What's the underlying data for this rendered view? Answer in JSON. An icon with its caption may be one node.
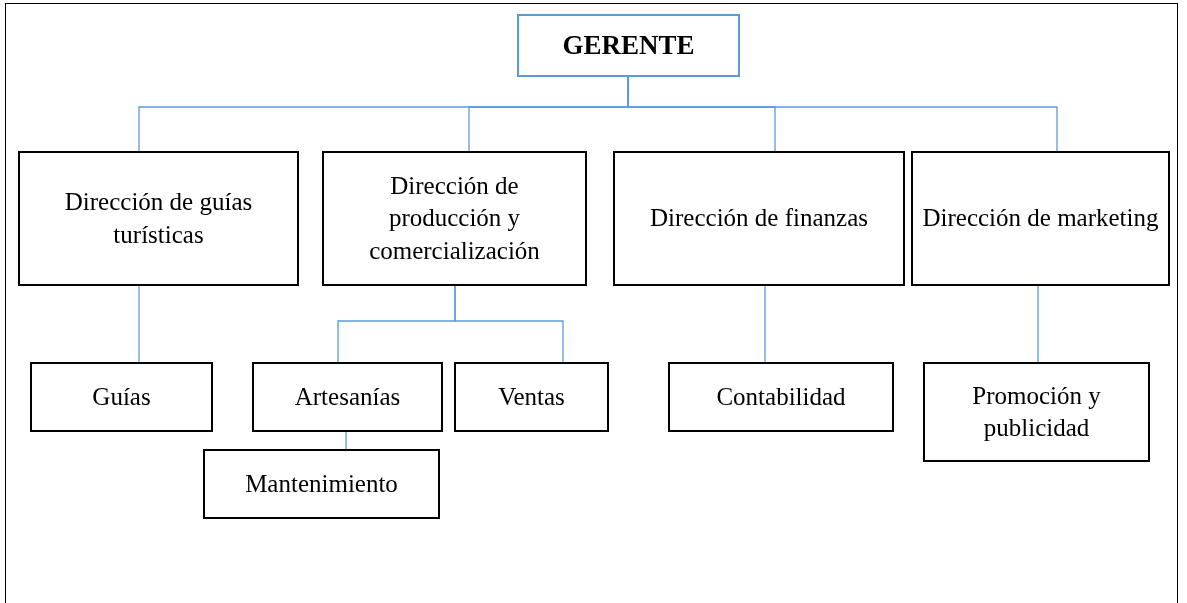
{
  "diagram": {
    "nodes": [
      {
        "text": [
          "GERENTE"
        ]
      },
      {
        "text": [
          "Dirección de guías turísticas"
        ]
      },
      {
        "text": [
          "Dirección de producción y comercialización"
        ]
      },
      {
        "text": [
          "Dirección de finanzas"
        ]
      },
      {
        "text": [
          "Dirección de marketing"
        ]
      },
      {
        "text": [
          "Guías"
        ]
      },
      {
        "text": [
          "Artesanías"
        ]
      },
      {
        "text": [
          "Ventas"
        ]
      },
      {
        "text": [
          "Mantenimiento"
        ]
      },
      {
        "text": [
          "Contabilidad"
        ]
      },
      {
        "text": [
          "Promoción y publicidad"
        ]
      }
    ],
    "edges": [
      {
        "from": 0,
        "to": 1,
        "arrow": "none"
      },
      {
        "from": 0,
        "to": 2,
        "arrow": "none"
      },
      {
        "from": 0,
        "to": 3,
        "arrow": "none"
      },
      {
        "from": 0,
        "to": 4,
        "arrow": "none"
      },
      {
        "from": 1,
        "to": 5,
        "arrow": "none"
      },
      {
        "from": 2,
        "to": 6,
        "arrow": "none"
      },
      {
        "from": 2,
        "to": 7,
        "arrow": "none"
      },
      {
        "from": 6,
        "to": 8,
        "arrow": "none"
      },
      {
        "from": 3,
        "to": 9,
        "arrow": "none"
      },
      {
        "from": 4,
        "to": 10,
        "arrow": "none"
      }
    ]
  }
}
